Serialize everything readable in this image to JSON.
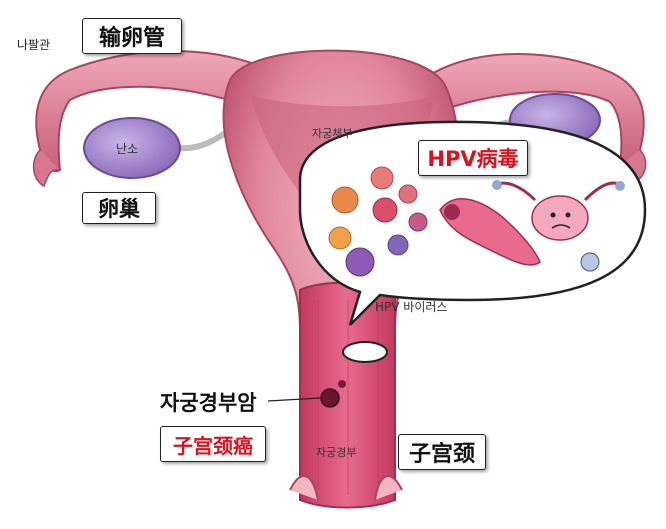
{
  "labels": {
    "fallopian_tube_kr": "나팔관",
    "fallopian_tube_cn": "输卵管",
    "ovary_kr": "난소",
    "ovary_cn": "卵巢",
    "uterus_body_kr": "자궁체부",
    "hpv_cn": "HPV病毒",
    "hpv_kr": "HPV 바이러스",
    "cervical_cancer_kr": "자궁경부암",
    "cervical_cancer_cn": "子宫颈癌",
    "cervix_kr": "자궁경부",
    "cervix_cn": "子宫颈"
  },
  "colors": {
    "uterus": "#e0849a",
    "uterus_dark": "#b84a68",
    "cervix_inner": "#d94d74",
    "ovary": "#9b7cc4",
    "hpv_red": "#d8121e"
  }
}
